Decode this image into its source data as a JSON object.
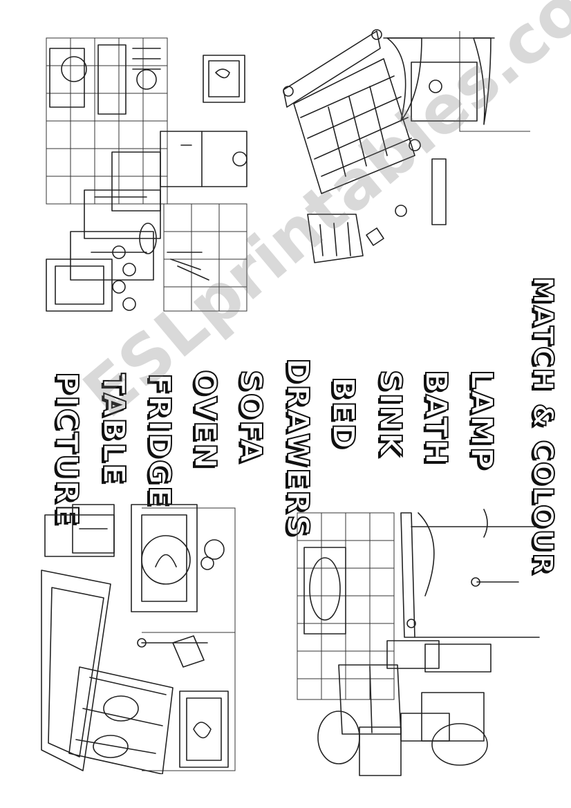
{
  "title": "MATCH & COLOUR",
  "words": [
    "LAMP",
    "BATH",
    "SINK",
    "BED",
    "DRAWERS",
    "SOFA",
    "OVEN",
    "FRIDGE",
    "TABLE",
    "PICTURE"
  ],
  "watermark": "ESLprintables.com",
  "scenes": {
    "kitchen": "kitchen-illustration",
    "bedroom": "bedroom-illustration",
    "living_room": "living-room-illustration",
    "bathroom": "bathroom-illustration"
  }
}
